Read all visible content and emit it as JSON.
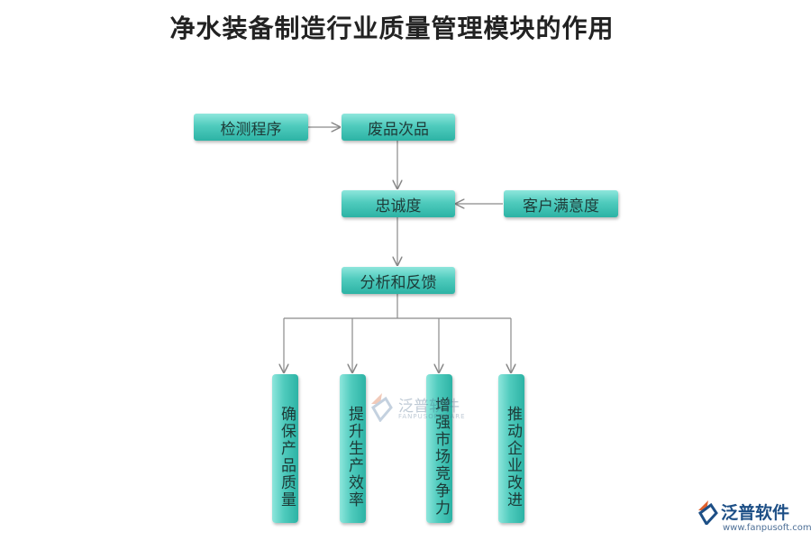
{
  "title": "净水装备制造行业质量管理模块的作用",
  "nodes": {
    "inspection": "检测程序",
    "defects": "废品次品",
    "loyalty": "忠诚度",
    "satisfaction": "客户满意度",
    "analysis": "分析和反馈"
  },
  "outcomes": [
    "确保产品质量",
    "提升生产效率",
    "增强市场竞争力",
    "推动企业改进"
  ],
  "watermark": {
    "text": "泛普软件",
    "sub": "FANPUSOFTWARE"
  },
  "brand": {
    "name": "泛普软件",
    "url": "www.fanpusoft.com"
  }
}
